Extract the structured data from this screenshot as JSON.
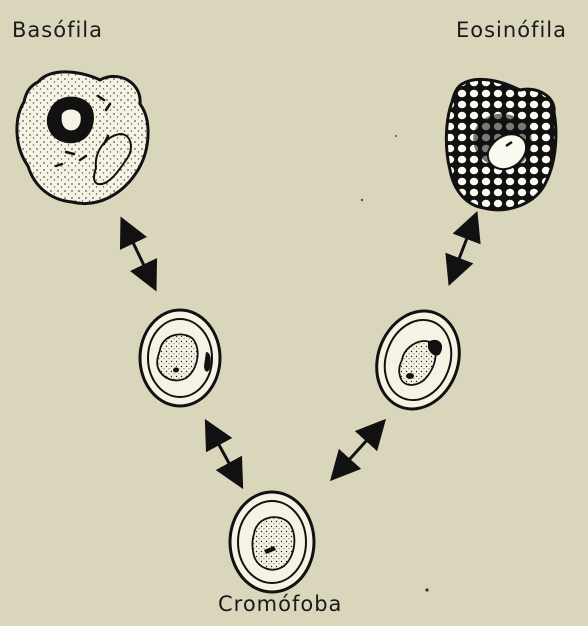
{
  "labels": {
    "basophil": "Basófila",
    "eosinophil": "Eosinófila",
    "chromophobe": "Cromófoba"
  }
}
